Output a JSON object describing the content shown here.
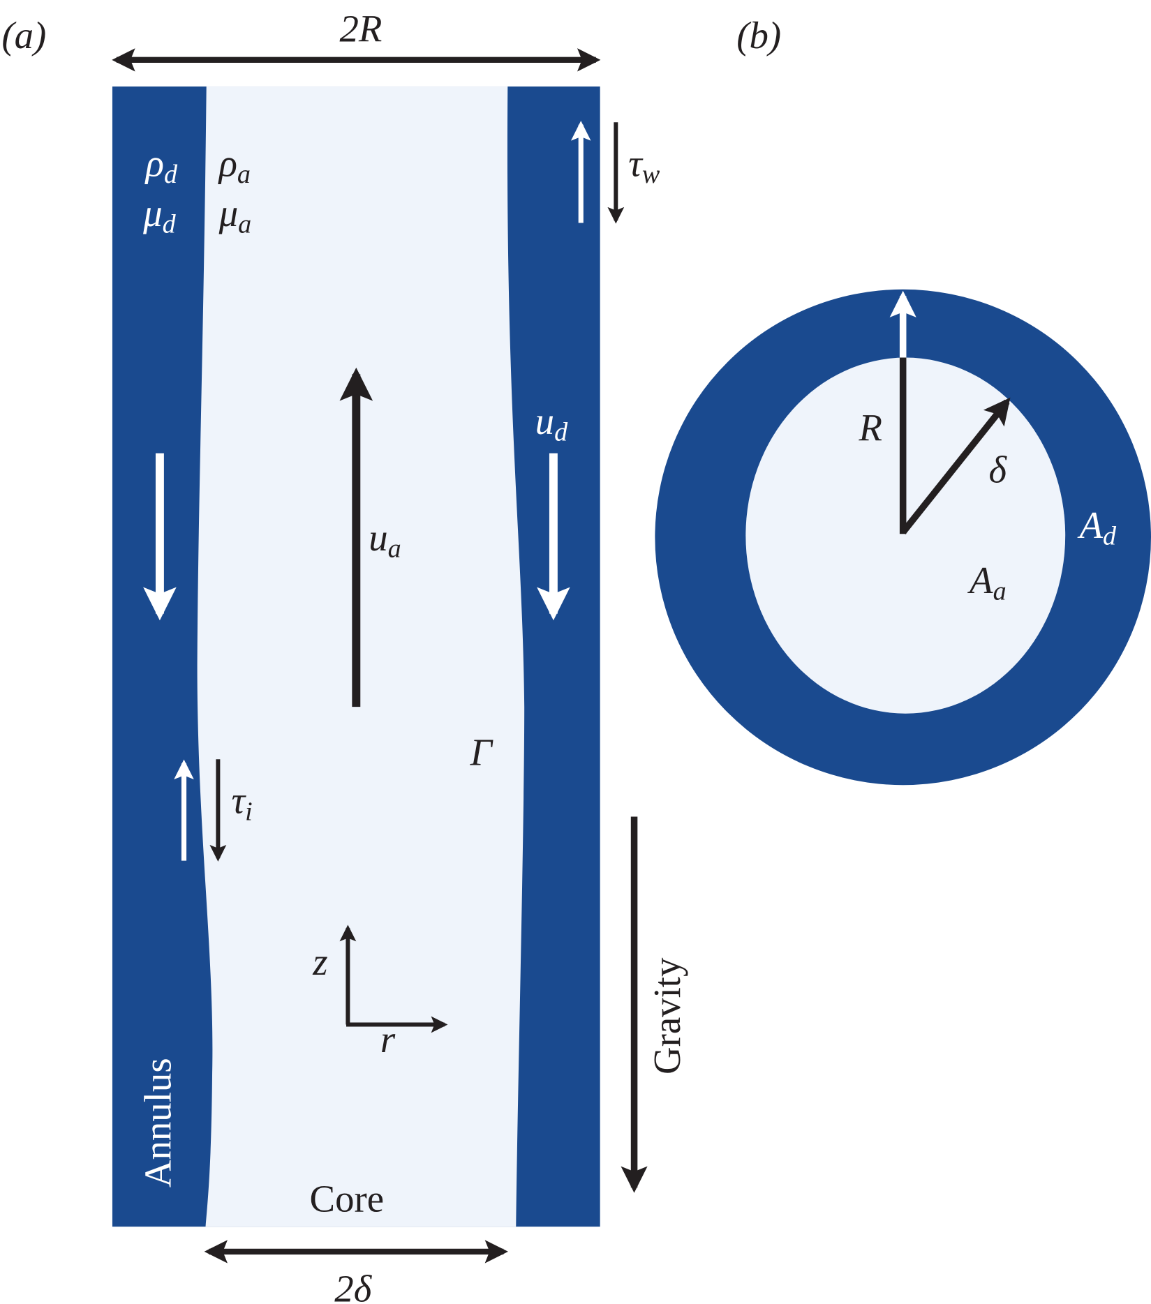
{
  "colors": {
    "annulus": "#1a4a8f",
    "core": "#eff4fb",
    "arrow_dark": "#231f20",
    "arrow_light": "#ffffff"
  },
  "panel_a": {
    "label": "(a)",
    "width_label": {
      "main": "2R"
    },
    "core_width_label": {
      "main": "2δ"
    },
    "rho_d": {
      "main": "ρ",
      "sub": "d"
    },
    "mu_d": {
      "main": "μ",
      "sub": "d"
    },
    "rho_a": {
      "main": "ρ",
      "sub": "a"
    },
    "mu_a": {
      "main": "μ",
      "sub": "a"
    },
    "tau_w": {
      "main": "τ",
      "sub": "w"
    },
    "tau_i": {
      "main": "τ",
      "sub": "i"
    },
    "u_d": {
      "main": "u",
      "sub": "d"
    },
    "u_a": {
      "main": "u",
      "sub": "a"
    },
    "interface": "Γ",
    "axis_z": "z",
    "axis_r": "r",
    "gravity": "Gravity",
    "annulus": "Annulus",
    "core": "Core"
  },
  "panel_b": {
    "label": "(b)",
    "radius": "R",
    "core_radius": "δ",
    "A_d": {
      "main": "A",
      "sub": "d"
    },
    "A_a": {
      "main": "A",
      "sub": "a"
    }
  }
}
